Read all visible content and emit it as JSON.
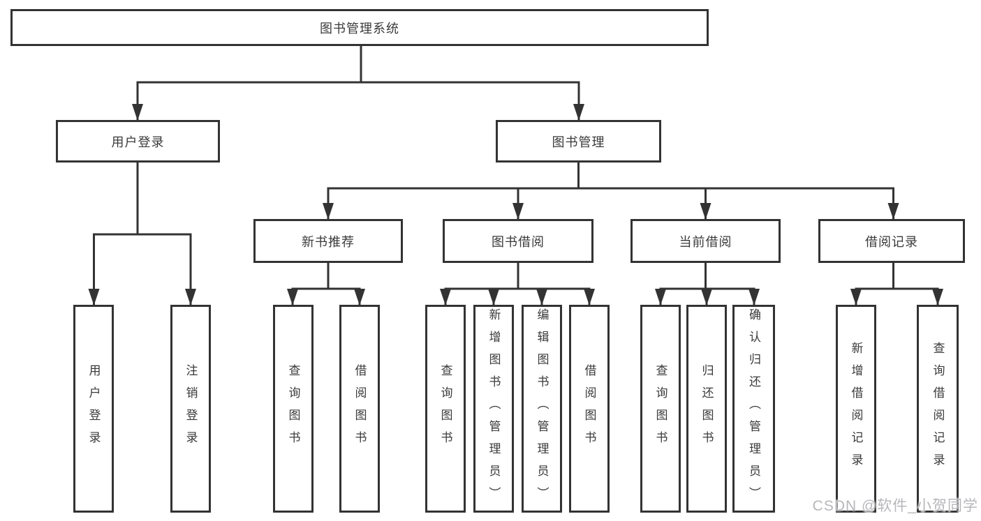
{
  "colors": {
    "line": "#333333",
    "node_border": "#333333",
    "text": "#3a3a3a",
    "background": "#ffffff",
    "watermark": "#b7b7bb"
  },
  "diagram": {
    "type": "hierarchy-tree",
    "root": {
      "label": "图书管理系统"
    },
    "level2": [
      {
        "label": "用户登录"
      },
      {
        "label": "图书管理"
      }
    ],
    "level3": [
      {
        "label": "新书推荐",
        "parent": "图书管理"
      },
      {
        "label": "图书借阅",
        "parent": "图书管理"
      },
      {
        "label": "当前借阅",
        "parent": "图书管理"
      },
      {
        "label": "借阅记录",
        "parent": "图书管理"
      }
    ],
    "leaves": [
      {
        "label": "用户登录",
        "parent": "用户登录"
      },
      {
        "label": "注销登录",
        "parent": "用户登录"
      },
      {
        "label": "查询图书",
        "parent": "新书推荐"
      },
      {
        "label": "借阅图书",
        "parent": "新书推荐"
      },
      {
        "label": "查询图书",
        "parent": "图书借阅"
      },
      {
        "label": "新增图书（管理员）",
        "parent": "图书借阅"
      },
      {
        "label": "编辑图书（管理员）",
        "parent": "图书借阅"
      },
      {
        "label": "借阅图书",
        "parent": "图书借阅"
      },
      {
        "label": "查询图书",
        "parent": "当前借阅"
      },
      {
        "label": "归还图书",
        "parent": "当前借阅"
      },
      {
        "label": "确认归还（管理员）",
        "parent": "当前借阅"
      },
      {
        "label": "新增借阅记录",
        "parent": "借阅记录"
      },
      {
        "label": "查询借阅记录",
        "parent": "借阅记录"
      }
    ]
  },
  "watermark": {
    "text": "CSDN @软件_小贺同学"
  }
}
